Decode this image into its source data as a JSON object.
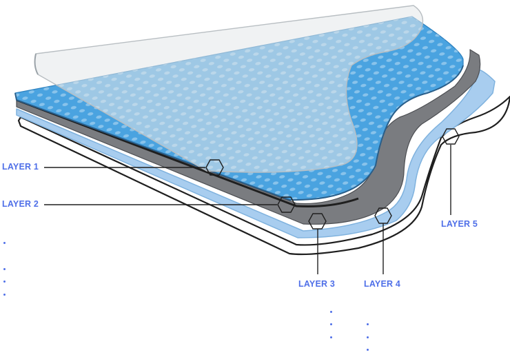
{
  "accent_color": "#4f6fe8",
  "labels": [
    {
      "id": "layer-1",
      "text": "LAYER 1"
    },
    {
      "id": "layer-2",
      "text": "LAYER 2"
    },
    {
      "id": "layer-3",
      "text": "LAYER 3"
    },
    {
      "id": "layer-4",
      "text": "LAYER 4"
    },
    {
      "id": "layer-5",
      "text": "LAYER 5"
    }
  ],
  "colors": {
    "layer_1_film": "#e4e8ea",
    "layer_2_blue": "#4aa3e0",
    "layer_3_gray": "#7a7c80",
    "layer_4_lightblue": "#a8cdef",
    "layer_5_base": "#ffffff",
    "outline": "#1f1f1f"
  },
  "icons": [
    "hexagon-marker-icon"
  ]
}
